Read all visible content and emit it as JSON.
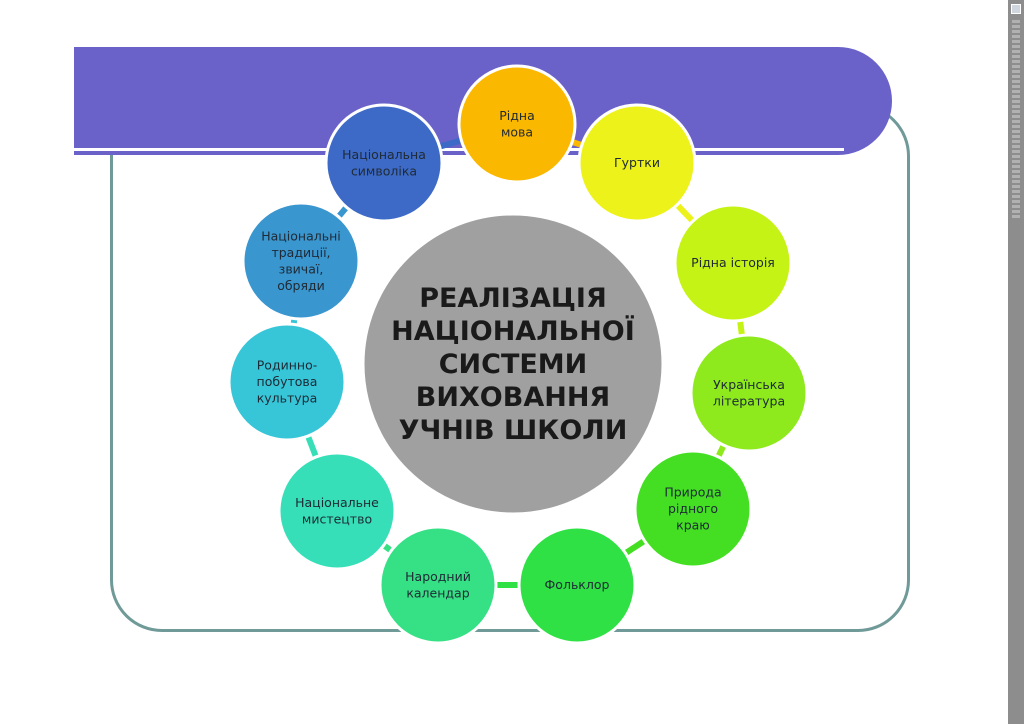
{
  "diagram": {
    "center": {
      "lines": [
        "РЕАЛІЗАЦІЯ",
        "НАЦІОНАЛЬНОЇ",
        "СИСТЕМИ",
        "ВИХОВАННЯ",
        "УЧНІВ ШКОЛИ"
      ],
      "color": "#a0a0a0"
    },
    "nodes": [
      {
        "lines": [
          "Рідна",
          "мова"
        ],
        "color": "#fbb800"
      },
      {
        "lines": [
          "Гуртки"
        ],
        "color": "#edf21a"
      },
      {
        "lines": [
          "Рідна історія"
        ],
        "color": "#c6f316"
      },
      {
        "lines": [
          "Українська",
          "література"
        ],
        "color": "#8eea1c"
      },
      {
        "lines": [
          "Природа",
          "рідного",
          "краю"
        ],
        "color": "#44df22"
      },
      {
        "lines": [
          "Фольклор"
        ],
        "color": "#2fe145"
      },
      {
        "lines": [
          "Народний",
          "календар"
        ],
        "color": "#36e085"
      },
      {
        "lines": [
          "Національне",
          "мистецтво"
        ],
        "color": "#36dfb8"
      },
      {
        "lines": [
          "Родинно-",
          "побутова",
          "культура"
        ],
        "color": "#37c5d8"
      },
      {
        "lines": [
          "Національні",
          "традиції,",
          "звичаї,",
          "обряди"
        ],
        "color": "#3a96cf"
      },
      {
        "lines": [
          "Національна",
          "символіка"
        ],
        "color": "#3d6ac6"
      }
    ]
  }
}
